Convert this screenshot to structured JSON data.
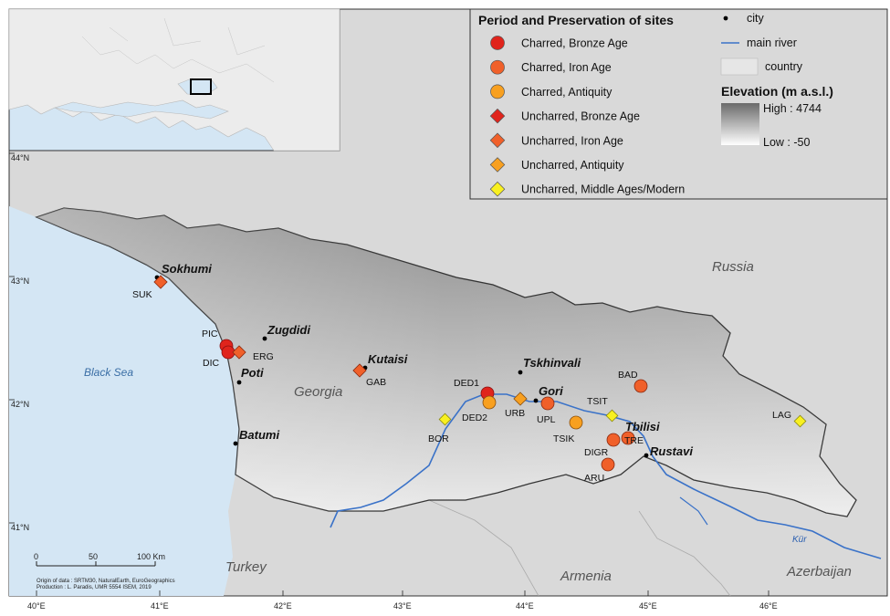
{
  "legend": {
    "title": "Period and Preservation of sites",
    "items": [
      {
        "label": "Charred, Bronze Age",
        "shape": "circle",
        "color": "#e0241c"
      },
      {
        "label": "Charred, Iron Age",
        "shape": "circle",
        "color": "#f0602a"
      },
      {
        "label": "Charred, Antiquity",
        "shape": "circle",
        "color": "#f8a020"
      },
      {
        "label": "Uncharred, Bronze Age",
        "shape": "diamond",
        "color": "#e0241c"
      },
      {
        "label": "Uncharred, Iron Age",
        "shape": "diamond",
        "color": "#f0602a"
      },
      {
        "label": "Uncharred, Antiquity",
        "shape": "diamond",
        "color": "#f8a020"
      },
      {
        "label": "Uncharred, Middle Ages/Modern",
        "shape": "diamond",
        "color": "#f8f020"
      }
    ],
    "city_label": "city",
    "river_label": "main river",
    "country_label": "country",
    "elevation_title": "Elevation (m a.s.l.)",
    "elevation_high": "High : 4744",
    "elevation_low": "Low : -50"
  },
  "cities": {
    "sokhumi": "Sokhumi",
    "zugdidi": "Zugdidi",
    "poti": "Poti",
    "batumi": "Batumi",
    "kutaisi": "Kutaisi",
    "tskhinvali": "Tskhinvali",
    "gori": "Gori",
    "tbilisi": "Tbilisi",
    "rustavi": "Rustavi"
  },
  "sites": {
    "suk": "SUK",
    "pic": "PIC",
    "dic": "DIC",
    "erg": "ERG",
    "gab": "GAB",
    "ded1": "DED1",
    "ded2": "DED2",
    "urb": "URB",
    "upl": "UPL",
    "bor": "BOR",
    "tsik": "TSIK",
    "tsit": "TSIT",
    "bad": "BAD",
    "digr": "DIGR",
    "tre": "TRE",
    "aru": "ARU",
    "lag": "LAG"
  },
  "regions": {
    "russia": "Russia",
    "georgia": "Georgia",
    "turkey": "Turkey",
    "armenia": "Armenia",
    "azerbaijan": "Azerbaijan",
    "black_sea": "Black Sea",
    "kur": "Kür"
  },
  "graticule": {
    "lat": [
      "44°N",
      "43°N",
      "42°N",
      "41°N"
    ],
    "lon": [
      "40°E",
      "41°E",
      "42°E",
      "43°E",
      "44°E",
      "45°E",
      "46°E"
    ]
  },
  "scalebar": {
    "t0": "0",
    "t50": "50",
    "t100": "100 Km"
  },
  "credits": {
    "line1": "Origin of data : SRTM30, NaturalEarth, EuroGeographics",
    "line2": "Production : L. Paradis, UMR 5554 ISEM, 2019"
  },
  "colors": {
    "sea": "#d4e6f4",
    "land": "#d9d9d9",
    "river": "#3a72c8",
    "georgia_high": "#8c8c8c",
    "georgia_low": "#f2f2f2"
  }
}
